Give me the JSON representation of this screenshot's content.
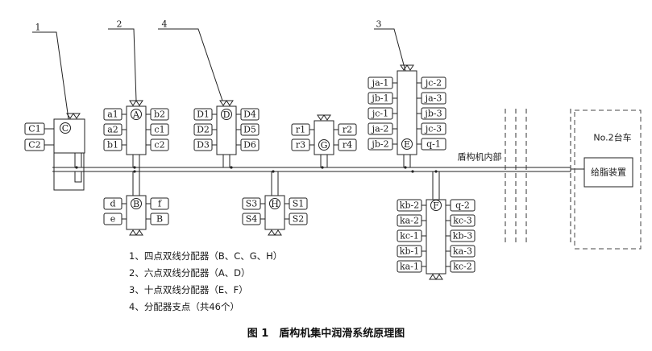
{
  "caption": "图 1　盾构机集中润滑系统原理图",
  "callouts": [
    "1",
    "2",
    "4",
    "3"
  ],
  "distributors": {
    "C": {
      "label": "C",
      "left": [
        "C1",
        "C2"
      ],
      "right": []
    },
    "A": {
      "label": "A",
      "left": [
        "a1",
        "a2",
        "b1"
      ],
      "right": [
        "b2",
        "c1",
        "c2"
      ]
    },
    "D": {
      "label": "D",
      "left": [
        "D1",
        "D2",
        "D3"
      ],
      "right": [
        "D4",
        "D5",
        "D6"
      ]
    },
    "G": {
      "label": "G",
      "left": [
        "r1",
        "r3"
      ],
      "right": [
        "r2",
        "r4"
      ]
    },
    "E": {
      "label": "E",
      "left": [
        "ja-1",
        "jb-1",
        "jc-1",
        "ja-2",
        "jb-2"
      ],
      "right": [
        "jc-2",
        "ja-3",
        "jb-3",
        "jc-3",
        "q-1"
      ]
    },
    "B": {
      "label": "B",
      "left": [
        "d",
        "e"
      ],
      "right": [
        "f",
        "B"
      ]
    },
    "H": {
      "label": "H",
      "left": [
        "S3",
        "S4"
      ],
      "right": [
        "S1",
        "S2"
      ]
    },
    "F": {
      "label": "F",
      "left": [
        "kb-2",
        "ka-2",
        "kc-1",
        "kb-1",
        "ka-1"
      ],
      "right": [
        "q-2",
        "kc-3",
        "kb-3",
        "ka-3",
        "kc-2"
      ]
    }
  },
  "texts": {
    "inside_machine": "盾构机内部",
    "trolley": "No.2台车",
    "grease_device": "给脂装置"
  },
  "legend": [
    "1、四点双线分配器（B、C、G、H）",
    "2、六点双线分配器（A、D）",
    "3、十点双线分配器（E、F）",
    "4、分配器支点（共46个）"
  ]
}
